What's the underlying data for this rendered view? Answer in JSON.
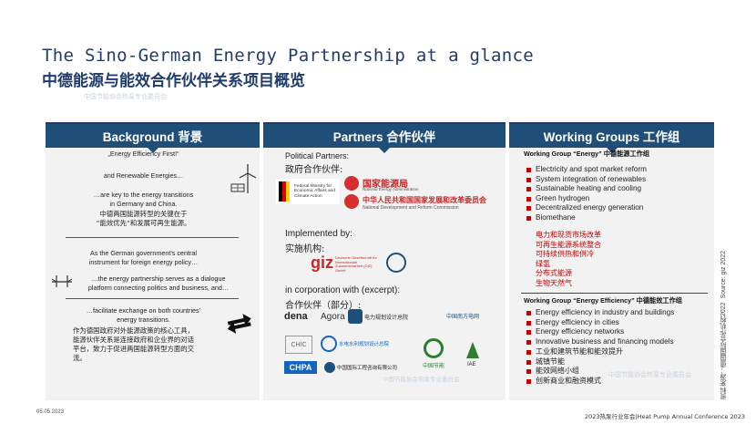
{
  "header": {
    "title_en": "The Sino-German Energy Partnership at a glance",
    "title_cn": "中德能源与能效合作伙伴关系项目概览",
    "watermark_sub": "中国节能协会热泵专业委员会"
  },
  "background": {
    "heading": "Background 背景",
    "p1_line1": "„Energy Efficiency First!“",
    "p1_line2": "and Renewable Energies…",
    "p1_line3": "…are key to the energy transitions",
    "p1_line4": "in Germany and China.",
    "p1_cn1": "中德两国能源转型的关键在于",
    "p1_cn2": "“能效优先”和发展可再生能源。",
    "p2_line1": "As the German government’s central",
    "p2_line2": "instrument for foreign energy policy…",
    "p2_line3": "…the energy partnership serves as a dialogue",
    "p2_line4": "platform connecting politics and business, and…",
    "p3_line1": "…facilitate exchange on both countries’",
    "p3_line2": "energy transitions.",
    "p3_cn1": "作为德国政府对外能源政策的核心工具，",
    "p3_cn2": "能源伙伴关系是连接政府和企业界的对话",
    "p3_cn3": "平台，致力于促进两国能源转型方面的交",
    "p3_cn4": "流。",
    "icon_turbine": "wind-turbine-solar-icon",
    "icon_bridge": "bridge-icon",
    "icon_exchange": "exchange-arrows-icon"
  },
  "partners": {
    "heading": "Partners 合作伙伴",
    "political_en": "Political Partners:",
    "political_cn": "政府合作伙伴:",
    "logo_bmwk": "Federal Ministry for Economic Affairs and Climate Action",
    "logo_nea": "国家能源局",
    "logo_nea_sub": "National Energy Administration",
    "logo_ndrc": "中华人民共和国国家发展和改革委员会",
    "logo_ndrc_sub": "National Development and Reform Commission",
    "implemented_en": "Implemented by:",
    "implemented_cn": "实施机构:",
    "logo_giz": "giz",
    "logo_giz_sub": "Deutsche Gesellschaft für Internationale Zusammenarbeit (GIZ) GmbH",
    "corporation_en": "in corporation with (excerpt):",
    "corporation_cn": "合作伙伴（部分）:",
    "logo_dena": "dena",
    "logo_agora": "Agora",
    "logo_eppei": "电力规划设计总院",
    "logo_csg": "中国南方电网",
    "logo_chic": "CHIC",
    "logo_water": "水电水利规划设计总院",
    "logo_chpa": "CHPA",
    "logo_cie": "中国国际工程咨询有限公司",
    "logo_ces": "中国节能",
    "logo_iae": "IAE",
    "watermark": "中国节能协会热泵专业委员会"
  },
  "working_groups": {
    "heading": "Working Groups 工作组",
    "energy_head": "Working Group “Energy” 中德能源工作组",
    "energy_items_en": [
      "Electricity and spot market reform",
      "System integration of renewables",
      "Sustainable heating and cooling",
      "Green hydrogen",
      "Decentralized energy generation",
      "Biomethane"
    ],
    "energy_items_cn": [
      "电力和现货市场改革",
      "可再生能源系统整合",
      "可持续供热和供冷",
      "绿氢",
      "分布式能源",
      "生物天然气"
    ],
    "efficiency_head": "Working Group “Energy Efficiency” 中德能效工作组",
    "efficiency_items_en": [
      "Energy efficiency in industry and buildings",
      "Energy efficiency in cities",
      "Energy efficiency networks",
      "Innovative business and financing models"
    ],
    "efficiency_items_cn": [
      "工业和建筑节能和能效提升",
      "城镇节能",
      "能效网络小组",
      "创新商业和融资模式"
    ],
    "watermark": "中国节能协会热泵专业委员会"
  },
  "side": {
    "source": "Source: giz 2022",
    "source_cn": "资料来源：德国国际合作机构2022"
  },
  "footer": {
    "date": "05.05.2023",
    "conference": "2023热泵行业年会|Heat Pump Annual Conference 2023"
  },
  "colors": {
    "navy": "#1f4e79",
    "title": "#1f3c6b",
    "bullet_red": "#c00000",
    "panel": "#f2f2f2"
  }
}
